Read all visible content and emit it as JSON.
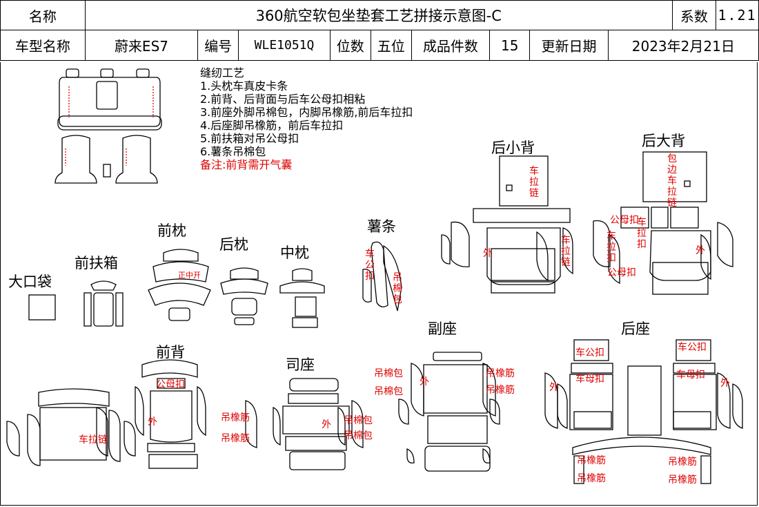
{
  "header": {
    "name_label": "名称",
    "title": "360航空软包坐垫套工艺拼接示意图-C",
    "coef_label": "系数",
    "coef_value": "1.21",
    "model_label": "车型名称",
    "model_value": "蔚来ES7",
    "code_label": "编号",
    "code_value": "WLE1051Q",
    "position_label": "位数",
    "position_value": "五位",
    "count_label": "成品件数",
    "count_value": "15",
    "date_label": "更新日期",
    "date_value": "2023年2月21日"
  },
  "notes": {
    "title": "缝纫工艺",
    "items": [
      "1.头枕车真皮卡条",
      "2.前背、后背面与后车公母扣相粘",
      "3.前座外脚吊棉包，内脚吊橡筋,前后车拉扣",
      "4.后座脚吊橡筋，前后车拉扣",
      "5.前扶箱对吊公母扣",
      "6.薯条吊棉包"
    ],
    "remark": "备注:前背需开气囊"
  },
  "sections": {
    "big_pocket": "大口袋",
    "front_armrest": "前扶箱",
    "front_pillow": "前枕",
    "rear_pillow": "后枕",
    "mid_pillow": "中枕",
    "fries": "薯条",
    "rear_small_back": "后小背",
    "rear_big_back": "后大背",
    "front_back": "前背",
    "driver_seat": "司座",
    "passenger_seat": "副座",
    "rear_seat": "后座"
  },
  "annotations": {
    "zip_open": "正中开",
    "male_female": "公母扣",
    "outer": "外",
    "car_zipper": "车拉链",
    "car_male_button": "车公扣",
    "car_female_button": "车母扣",
    "car_pull_button": "车拉扣",
    "edge_car_zipper": "包边车拉链",
    "hang_rubber": "吊橡筋",
    "hang_cotton": "吊棉包",
    "car_male": "车公扣"
  }
}
